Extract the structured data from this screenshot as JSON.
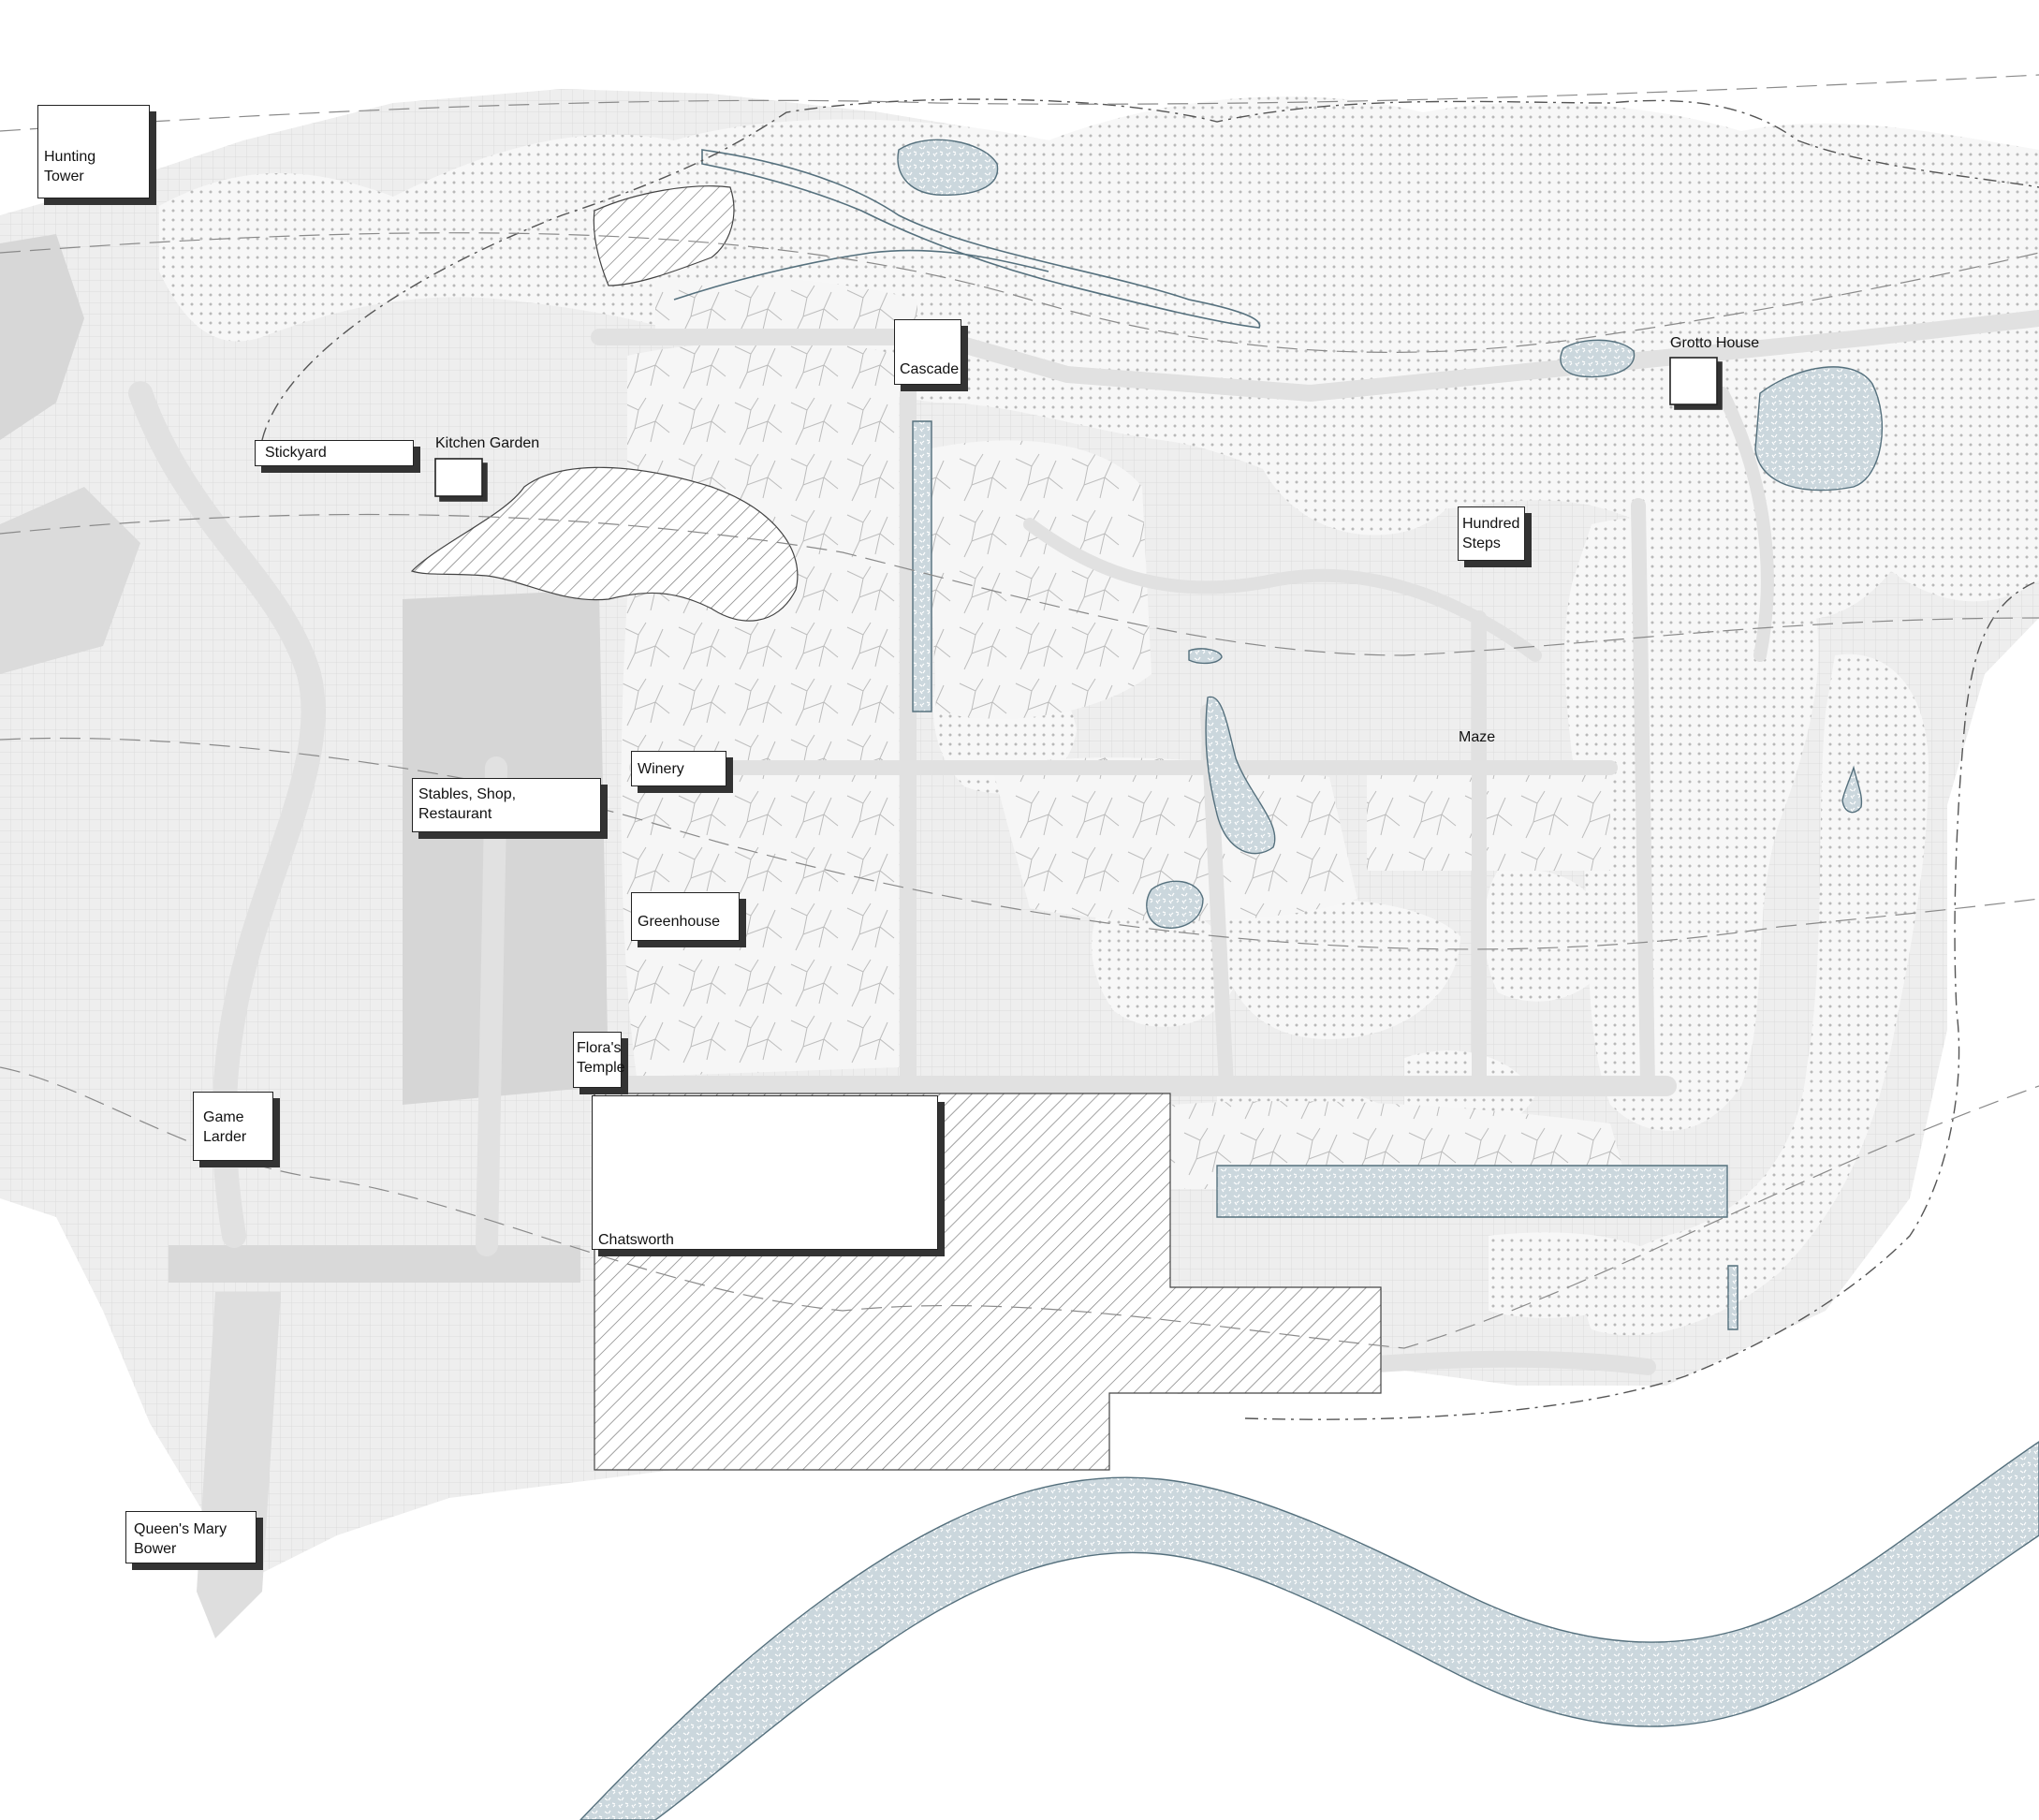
{
  "map": {
    "colors": {
      "background": "#ffffff",
      "ground": "#e4e4e4",
      "dots": "#b9b9b9",
      "water": "#ccd8de",
      "water_edge": "#55707d",
      "hatch": "#777777",
      "label_shadow": "#333333",
      "lines": "#8a8a8a"
    },
    "labels": {
      "hunting_tower": "Hunting\nTower",
      "stickyard": "Stickyard",
      "kitchen_garden": "Kitchen Garden",
      "cascade": "Cascade",
      "grotto_house": "Grotto House",
      "hundred_steps": "Hundred\nSteps",
      "winery": "Winery",
      "stables": "Stables, Shop,\nRestaurant",
      "maze": "Maze",
      "greenhouse": "Greenhouse",
      "floras_temple": "Flora's\nTemple",
      "game_larder": "Game\nLarder",
      "chatsworth": "Chatsworth",
      "queens_bower": "Queen's Mary\nBower"
    }
  }
}
